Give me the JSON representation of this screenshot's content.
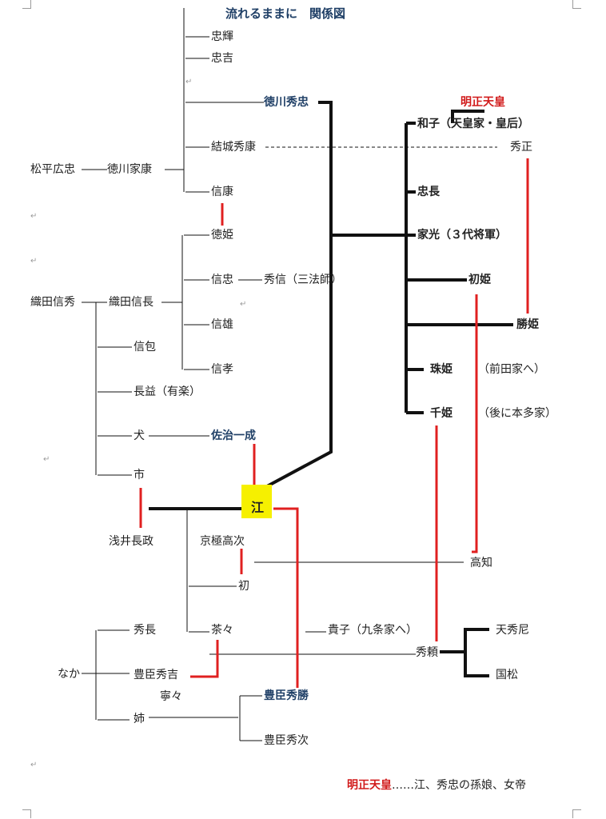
{
  "title": "流れるままに　関係図",
  "people": {
    "matsudaira_hirotada": "松平広忠",
    "tokugawa_ieyasu": "徳川家康",
    "tadateru": "忠輝",
    "tadayoshi": "忠吉",
    "tokugawa_hidetada": "徳川秀忠",
    "yuki_hideyasu": "結城秀康",
    "nobuyasu": "信康",
    "tokuhime": "徳姫",
    "nobutada": "信忠",
    "hidenobu": "秀信（三法師）",
    "nobukatsu": "信雄",
    "nobutaka": "信孝",
    "oda_nobuhide": "織田信秀",
    "oda_nobunaga": "織田信長",
    "nobukane": "信包",
    "nagamasu": "長益（有楽）",
    "inu": "犬",
    "saji_kazunari": "佐治一成",
    "ichi": "市",
    "azai_nagamasa": "浅井長政",
    "go": "江",
    "kyogoku_takatsugu": "京極高次",
    "hatsu": "初",
    "chacha": "茶々",
    "takatomo": "高知",
    "sadako": "貴子（九条家へ）",
    "hideyori": "秀頼",
    "tenshuni": "天秀尼",
    "kunimatsu": "国松",
    "hidenaga": "秀長",
    "toyotomi_hideyoshi": "豊臣秀吉",
    "nene": "寧々",
    "naka": "なか",
    "ane": "姉",
    "toyotomi_hidekatsu": "豊臣秀勝",
    "toyotomi_hidetsugu": "豊臣秀次",
    "meisho_tenno": "明正天皇",
    "kazuko": "和子（天皇家・皇后）",
    "hidetada_link": "秀正",
    "tadanaga": "忠長",
    "iemitsu": "家光（３代将軍）",
    "hatsuhime": "初姫",
    "katsuhime": "勝姫",
    "tamahime": "珠姫",
    "tamahime_note": "（前田家へ）",
    "senhime": "千姫",
    "senhime_note": "（後に本多家）"
  },
  "footnote": {
    "name": "明正天皇",
    "text": "……江、秀忠の孫娘、女帝"
  },
  "colors": {
    "line": "#111111",
    "marriage": "#e02020",
    "navy": "#1f3f66",
    "highlight": "#f6f000"
  }
}
